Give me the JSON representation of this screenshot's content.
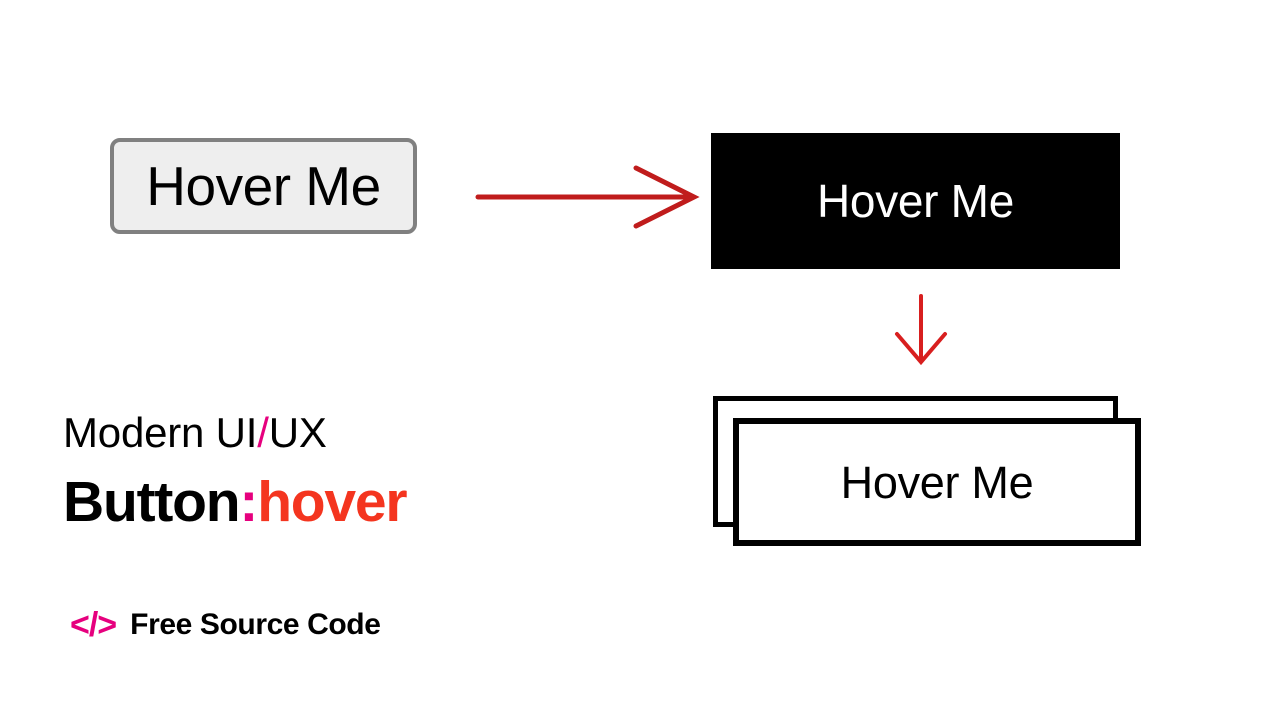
{
  "page": {
    "background": "#ffffff",
    "title": "Modern UI/UX Button :hover"
  },
  "states": {
    "default_button": {
      "label": "Hover Me",
      "background": "#eeeeee",
      "border_color": "#808080",
      "text_color": "#000000"
    },
    "hover_solid_button": {
      "label": "Hover Me",
      "background": "#000000",
      "text_color": "#ffffff"
    },
    "hover_outline_button": {
      "label": "Hover Me",
      "background": "#ffffff",
      "border_color": "#000000",
      "text_color": "#000000"
    }
  },
  "arrows": {
    "transition_right": {
      "color": "#c01c1c",
      "direction": "right"
    },
    "transition_down": {
      "color": "#d81f1f",
      "direction": "down"
    }
  },
  "caption": {
    "line1_prefix": "Modern UI",
    "line1_slash": "/",
    "line1_suffix": "UX",
    "line2_word": "Button",
    "line2_colon": ":",
    "line2_accent": "hover",
    "colors": {
      "slash": "#e6007e",
      "colon": "#e6007e",
      "accent": "#f4351f",
      "base": "#000000"
    }
  },
  "source": {
    "icon_glyph": "</>",
    "icon_color": "#e6007e",
    "label": "Free Source Code",
    "label_color": "#000000"
  }
}
